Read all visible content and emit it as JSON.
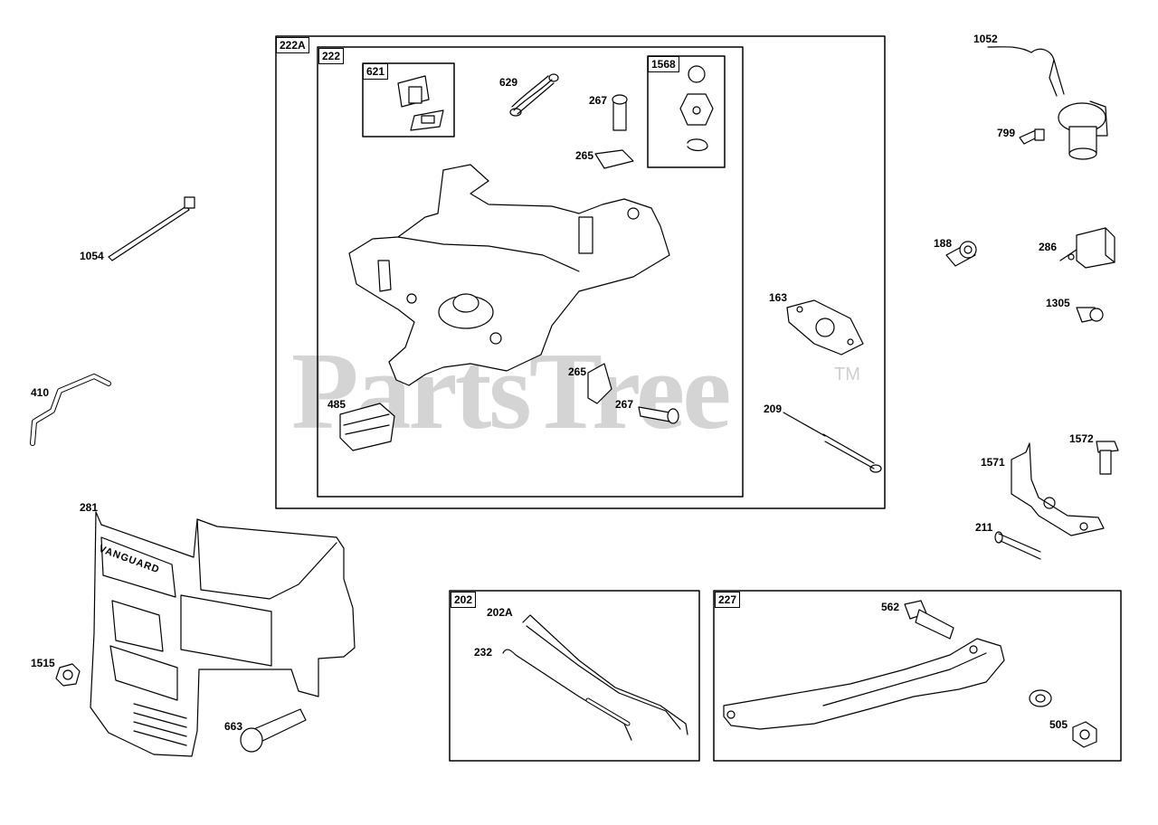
{
  "watermark": {
    "text": "PartsTree",
    "trademark": "TM"
  },
  "groups": [
    {
      "id": "group-222A",
      "label": "222A"
    },
    {
      "id": "group-222",
      "label": "222"
    },
    {
      "id": "group-621",
      "label": "621"
    },
    {
      "id": "group-1568",
      "label": "1568"
    },
    {
      "id": "group-202",
      "label": "202"
    },
    {
      "id": "group-227",
      "label": "227"
    }
  ],
  "callouts": {
    "p1052": "1052",
    "p799": "799",
    "p1054": "1054",
    "p188": "188",
    "p286": "286",
    "p1305": "1305",
    "p629": "629",
    "p267a": "267",
    "p265a": "265",
    "p163": "163",
    "p410": "410",
    "p265b": "265",
    "p267b": "267",
    "p209": "209",
    "p485": "485",
    "p1571": "1571",
    "p1572": "1572",
    "p211": "211",
    "p281": "281",
    "p1515": "1515",
    "p663": "663",
    "p202A": "202A",
    "p232": "232",
    "p562": "562",
    "p505": "505"
  },
  "cover_text": "VANGUARD"
}
